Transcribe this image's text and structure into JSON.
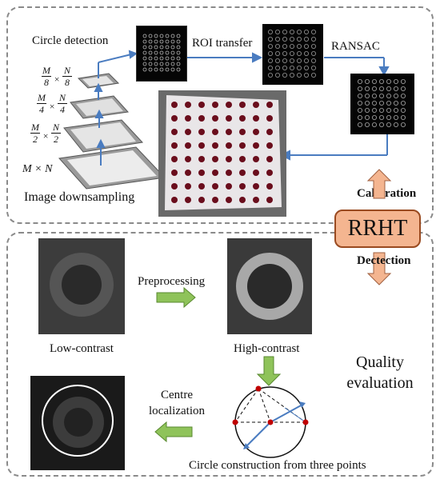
{
  "top": {
    "circle_detection": "Circle detection",
    "roi_transfer": "ROI transfer",
    "ransac": "RANSAC",
    "image_downsampling": "Image downsampling",
    "calibration": "Calibration",
    "scales": [
      {
        "num": "M",
        "den": "8",
        "num2": "N",
        "den2": "8"
      },
      {
        "num": "M",
        "den": "4",
        "num2": "N",
        "den2": "4"
      },
      {
        "num": "M",
        "den": "2",
        "num2": "N",
        "den2": "2"
      }
    ],
    "full_scale": "M × N"
  },
  "center": {
    "rrht": "RRHT"
  },
  "bottom": {
    "detection": "Dectection",
    "preprocessing": "Preprocessing",
    "low_contrast": "Low-contrast",
    "high_contrast": "High-contrast",
    "quality_evaluation": "Quality evaluation",
    "centre_localization": "Centre localization",
    "circle_construction": "Circle construction from three points"
  },
  "colors": {
    "arrow_blue": "#4a7cc0",
    "arrow_green": "#8fc35a",
    "arrow_orange": "#f4b590",
    "dot_red": "#c00000"
  }
}
